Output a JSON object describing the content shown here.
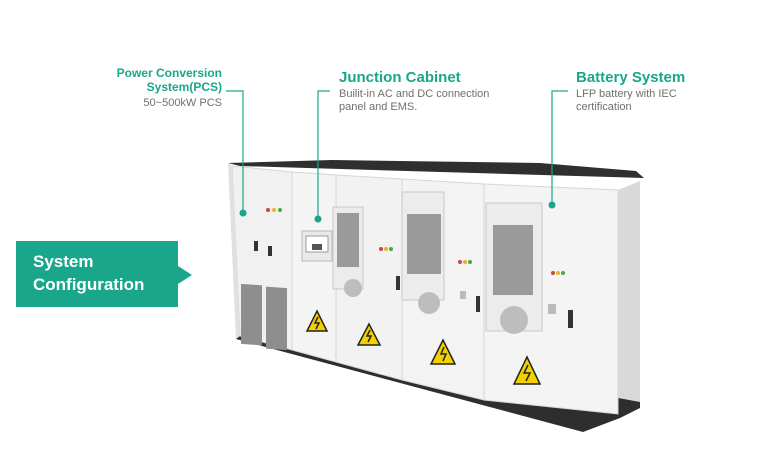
{
  "callouts": {
    "pcs": {
      "title_line1": "Power Conversion",
      "title_line2": "System(PCS)",
      "description": "50~500kW PCS"
    },
    "junction": {
      "title": "Junction Cabinet",
      "description_line1": "Builit-in AC and DC connection",
      "description_line2": "panel and EMS."
    },
    "battery": {
      "title": "Battery System",
      "description_line1": "LFP battery with IEC",
      "description_line2": "certification"
    }
  },
  "badge": {
    "line1": "System",
    "line2": "Configuration"
  },
  "colors": {
    "accent": "#1aa68a",
    "cabinet": "#f3f3f3",
    "roof": "#2b2b2b",
    "warning": "#f2d100"
  },
  "icons": [
    "warning-triangle-icon",
    "callout-dot-icon"
  ]
}
